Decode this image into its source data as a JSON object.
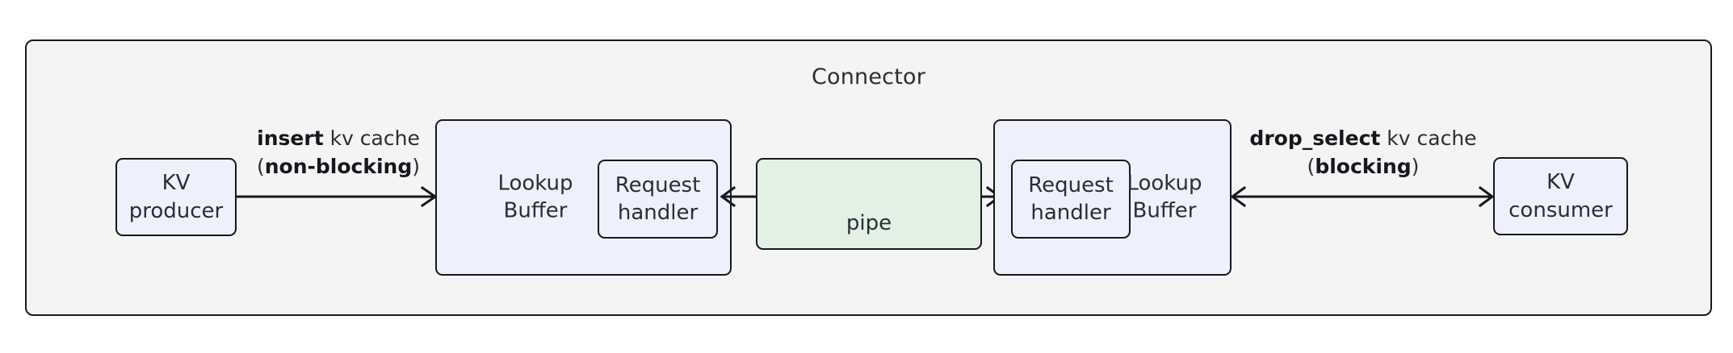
{
  "diagram": {
    "title": "Connector",
    "type": "architecture-block-diagram",
    "colors": {
      "container_fill": "#f4f4f4",
      "node_fill_blue": "#eef1fb",
      "node_fill_green": "#e3f0e4",
      "stroke": "#15181d",
      "text": "#2a2e35"
    },
    "nodes": {
      "kv_producer": {
        "line1": "KV",
        "line2": "producer"
      },
      "lookup_buffer_left": {
        "line1": "Lookup",
        "line2": "Buffer"
      },
      "request_handler_left": {
        "line1": "Request",
        "line2": "handler"
      },
      "pipe": {
        "label": "pipe"
      },
      "request_handler_right": {
        "line1": "Request",
        "line2": "handler"
      },
      "lookup_buffer_right": {
        "line1": "Lookup",
        "line2": "Buffer"
      },
      "kv_consumer": {
        "line1": "KV",
        "line2": "consumer"
      }
    },
    "edges": {
      "insert": {
        "line1_bold": "insert",
        "line1_rest": " kv cache",
        "line2_prefix": "(",
        "line2_bold": "non-blocking",
        "line2_suffix": ")",
        "direction": "right"
      },
      "pipe_link": {
        "direction": "bidirectional"
      },
      "drop_select": {
        "line1_bold": "drop_select",
        "line1_rest": " kv cache",
        "line2_prefix": "(",
        "line2_bold": "blocking",
        "line2_suffix": ")",
        "direction": "bidirectional"
      }
    }
  }
}
